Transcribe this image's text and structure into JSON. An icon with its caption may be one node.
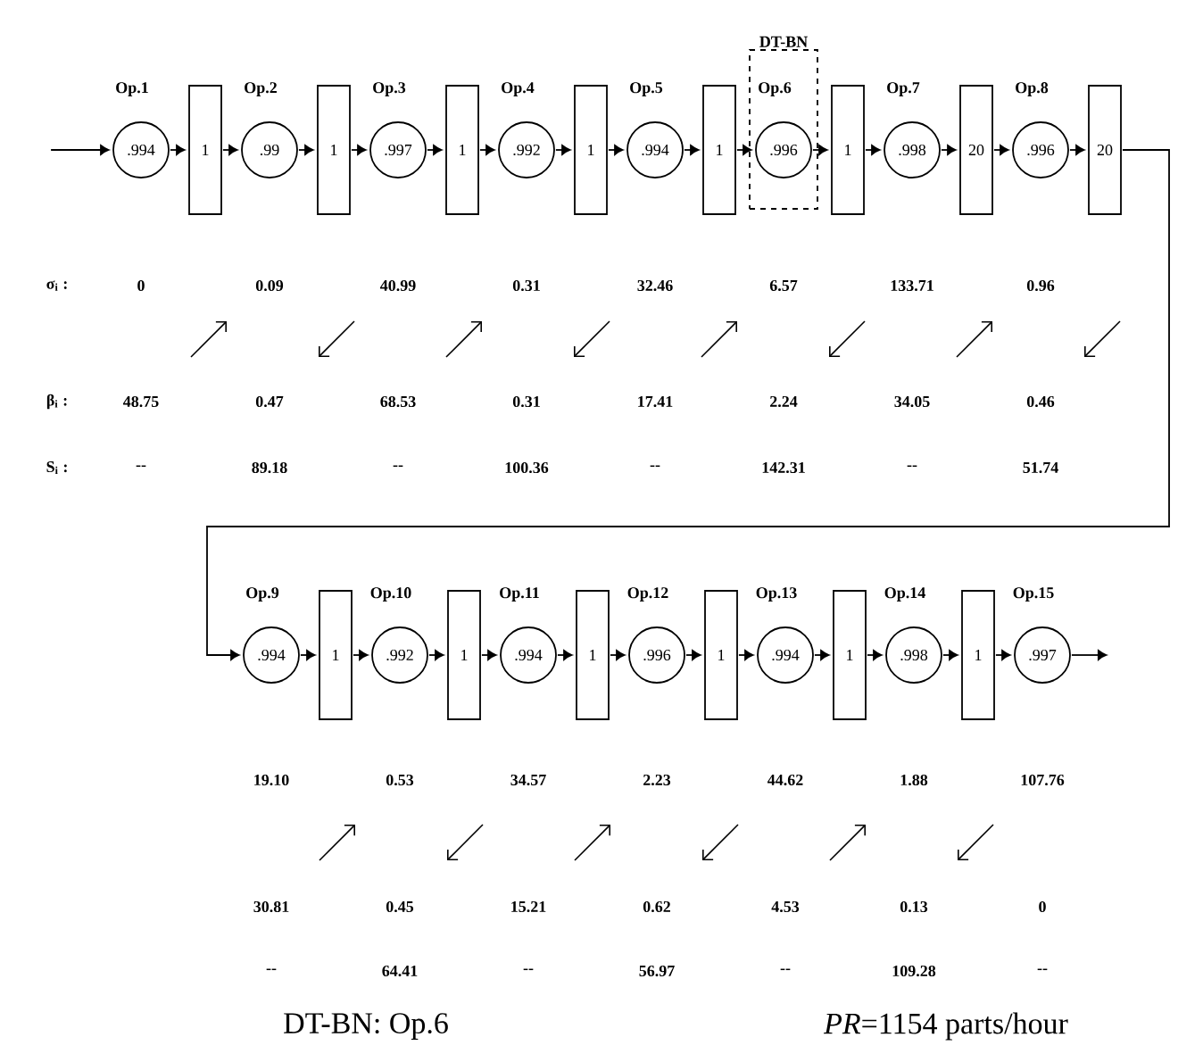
{
  "diagram": {
    "nodes": [
      {
        "text": [
          ".994"
        ],
        "beside": [
          "Op.1"
        ]
      },
      {
        "text": [
          "1"
        ]
      },
      {
        "text": [
          ".99"
        ],
        "beside": [
          "Op.2"
        ]
      },
      {
        "text": [
          "1"
        ]
      },
      {
        "text": [
          ".997"
        ],
        "beside": [
          "Op.3"
        ]
      },
      {
        "text": [
          "1"
        ]
      },
      {
        "text": [
          ".992"
        ],
        "beside": [
          "Op.4"
        ]
      },
      {
        "text": [
          "1"
        ]
      },
      {
        "text": [
          ".994"
        ],
        "beside": [
          "Op.5"
        ]
      },
      {
        "text": [
          "1"
        ]
      },
      {
        "text": [
          "DT-BN"
        ]
      },
      {
        "text": [
          ".996"
        ],
        "beside": [
          "Op.6"
        ],
        "in": 10
      },
      {
        "text": [
          "1"
        ]
      },
      {
        "text": [
          ".998"
        ],
        "beside": [
          "Op.7"
        ]
      },
      {
        "text": [
          "20"
        ]
      },
      {
        "text": [
          ".996"
        ],
        "beside": [
          "Op.8"
        ]
      },
      {
        "text": [
          "20"
        ]
      },
      {
        "text": [
          ".994"
        ],
        "beside": [
          "Op.9"
        ]
      },
      {
        "text": [
          "1"
        ]
      },
      {
        "text": [
          ".992"
        ],
        "beside": [
          "Op.10"
        ]
      },
      {
        "text": [
          "1"
        ]
      },
      {
        "text": [
          ".994"
        ],
        "beside": [
          "Op.11"
        ]
      },
      {
        "text": [
          "1"
        ]
      },
      {
        "text": [
          ".996"
        ],
        "beside": [
          "Op.12"
        ]
      },
      {
        "text": [
          "1"
        ]
      },
      {
        "text": [
          ".994"
        ],
        "beside": [
          "Op.13"
        ]
      },
      {
        "text": [
          "1"
        ]
      },
      {
        "text": [
          ".998"
        ],
        "beside": [
          "Op.14"
        ]
      },
      {
        "text": [
          "1"
        ]
      },
      {
        "text": [
          ".997"
        ],
        "beside": [
          "Op.15"
        ]
      }
    ],
    "edges": [
      {
        "from": null,
        "to": 0,
        "arrow": "to"
      },
      {
        "from": 0,
        "to": 1,
        "arrow": "to"
      },
      {
        "from": 1,
        "to": 2,
        "arrow": "to"
      },
      {
        "from": 2,
        "to": 3,
        "arrow": "to"
      },
      {
        "from": 3,
        "to": 4,
        "arrow": "to"
      },
      {
        "from": 4,
        "to": 5,
        "arrow": "to"
      },
      {
        "from": 5,
        "to": 6,
        "arrow": "to"
      },
      {
        "from": 6,
        "to": 7,
        "arrow": "to"
      },
      {
        "from": 7,
        "to": 8,
        "arrow": "to"
      },
      {
        "from": 8,
        "to": 9,
        "arrow": "to"
      },
      {
        "from": 9,
        "to": 11,
        "arrow": "to"
      },
      {
        "from": 11,
        "to": 12,
        "arrow": "to"
      },
      {
        "from": 12,
        "to": 13,
        "arrow": "to"
      },
      {
        "from": 13,
        "to": 14,
        "arrow": "to"
      },
      {
        "from": 14,
        "to": 15,
        "arrow": "to"
      },
      {
        "from": 15,
        "to": 16,
        "arrow": "to"
      },
      {
        "from": 16,
        "to": 17,
        "arrow": "to"
      },
      {
        "from": 17,
        "to": 18,
        "arrow": "to"
      },
      {
        "from": 18,
        "to": 19,
        "arrow": "to"
      },
      {
        "from": 19,
        "to": 20,
        "arrow": "to"
      },
      {
        "from": 20,
        "to": 21,
        "arrow": "to"
      },
      {
        "from": 21,
        "to": 22,
        "arrow": "to"
      },
      {
        "from": 22,
        "to": 23,
        "arrow": "to"
      },
      {
        "from": 23,
        "to": 24,
        "arrow": "to"
      },
      {
        "from": 24,
        "to": 25,
        "arrow": "to"
      },
      {
        "from": 25,
        "to": 26,
        "arrow": "to"
      },
      {
        "from": 26,
        "to": 27,
        "arrow": "to"
      },
      {
        "from": 27,
        "to": 28,
        "arrow": "to"
      },
      {
        "from": 28,
        "to": 29,
        "arrow": "to"
      },
      {
        "from": 29,
        "to": null,
        "arrow": "to"
      }
    ],
    "labels": [
      "σ$_{i}$ :",
      "0",
      "0.09",
      "40.99",
      "0.31",
      "32.46",
      "6.57",
      "133.71",
      "0.96",
      "β$_{i}$ :",
      "48.75",
      "0.47",
      "68.53",
      "0.31",
      "17.41",
      "2.24",
      "34.05",
      "0.46",
      "S$_{i}$ :",
      "--",
      "89.18",
      "--",
      "100.36",
      "--",
      "142.31",
      "--",
      "51.74",
      "19.10",
      "0.53",
      "34.57",
      "2.23",
      "44.62",
      "1.88",
      "107.76",
      "30.81",
      "0.45",
      "15.21",
      "0.62",
      "4.53",
      "0.13",
      "0",
      "--",
      "64.41",
      "--",
      "56.97",
      "--",
      "109.28",
      "--",
      "DT-BN: Op.6",
      "*PR*=1154 parts/hour"
    ]
  }
}
